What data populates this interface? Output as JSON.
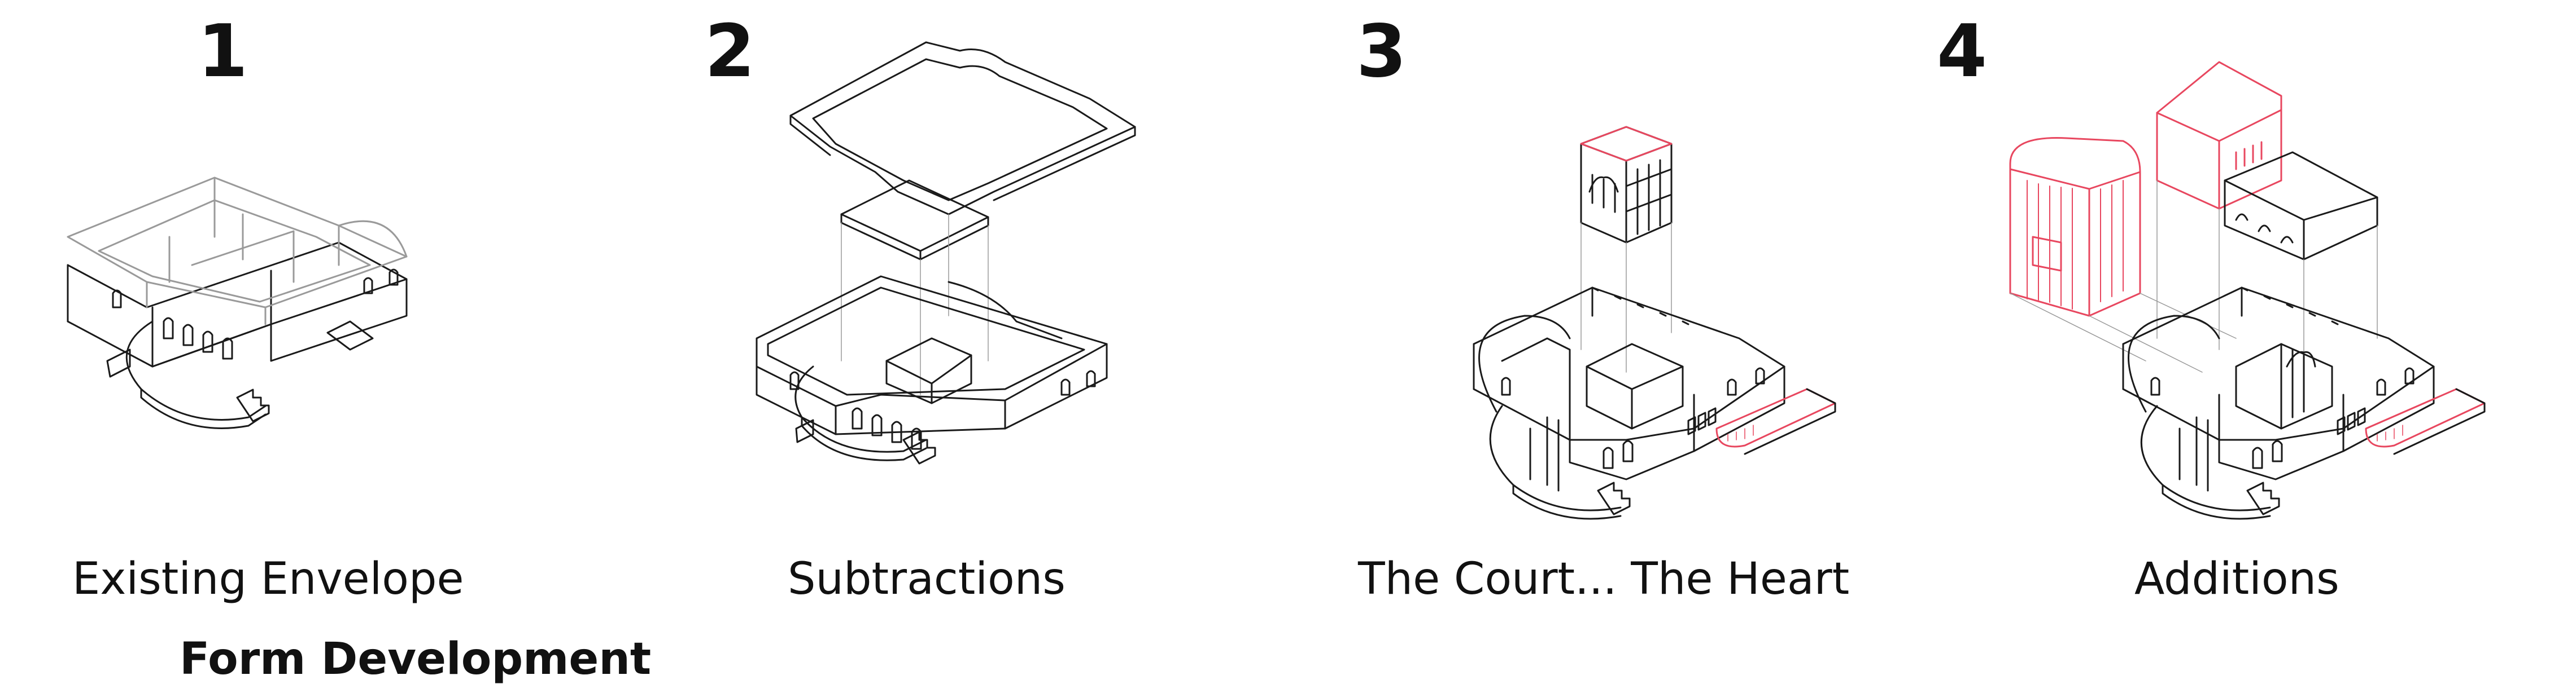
{
  "colors": {
    "line": "#1a1a1a",
    "accent": "#e8475f",
    "ghost": "#9a9a9a",
    "text": "#111111"
  },
  "title": "Form Development",
  "steps": [
    {
      "number": "1",
      "caption": "Existing Envelope"
    },
    {
      "number": "2",
      "caption": "Subtractions"
    },
    {
      "number": "3",
      "caption": "The Court... The Heart"
    },
    {
      "number": "4",
      "caption": "Additions"
    }
  ]
}
